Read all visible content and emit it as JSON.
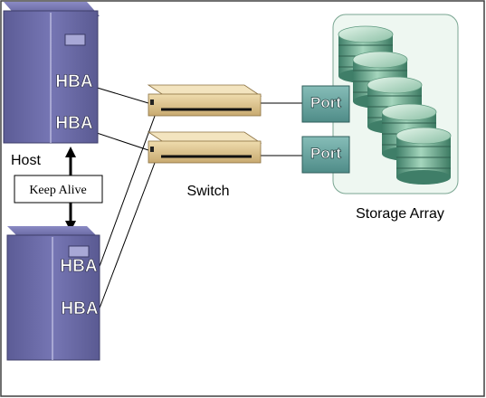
{
  "labels": {
    "hba": "HBA",
    "host": "Host",
    "keep_alive": "Keep Alive",
    "switch": "Switch",
    "port": "Port",
    "storage_array": "Storage Array"
  },
  "colors": {
    "server_body": "#6a6aa6",
    "server_dark": "#55558c",
    "switch_body": "#dcc391",
    "port_box": "#6fa7a3",
    "storage_panel": "#eef7f1",
    "disk": "#7fb59a",
    "frame": "#404040"
  }
}
